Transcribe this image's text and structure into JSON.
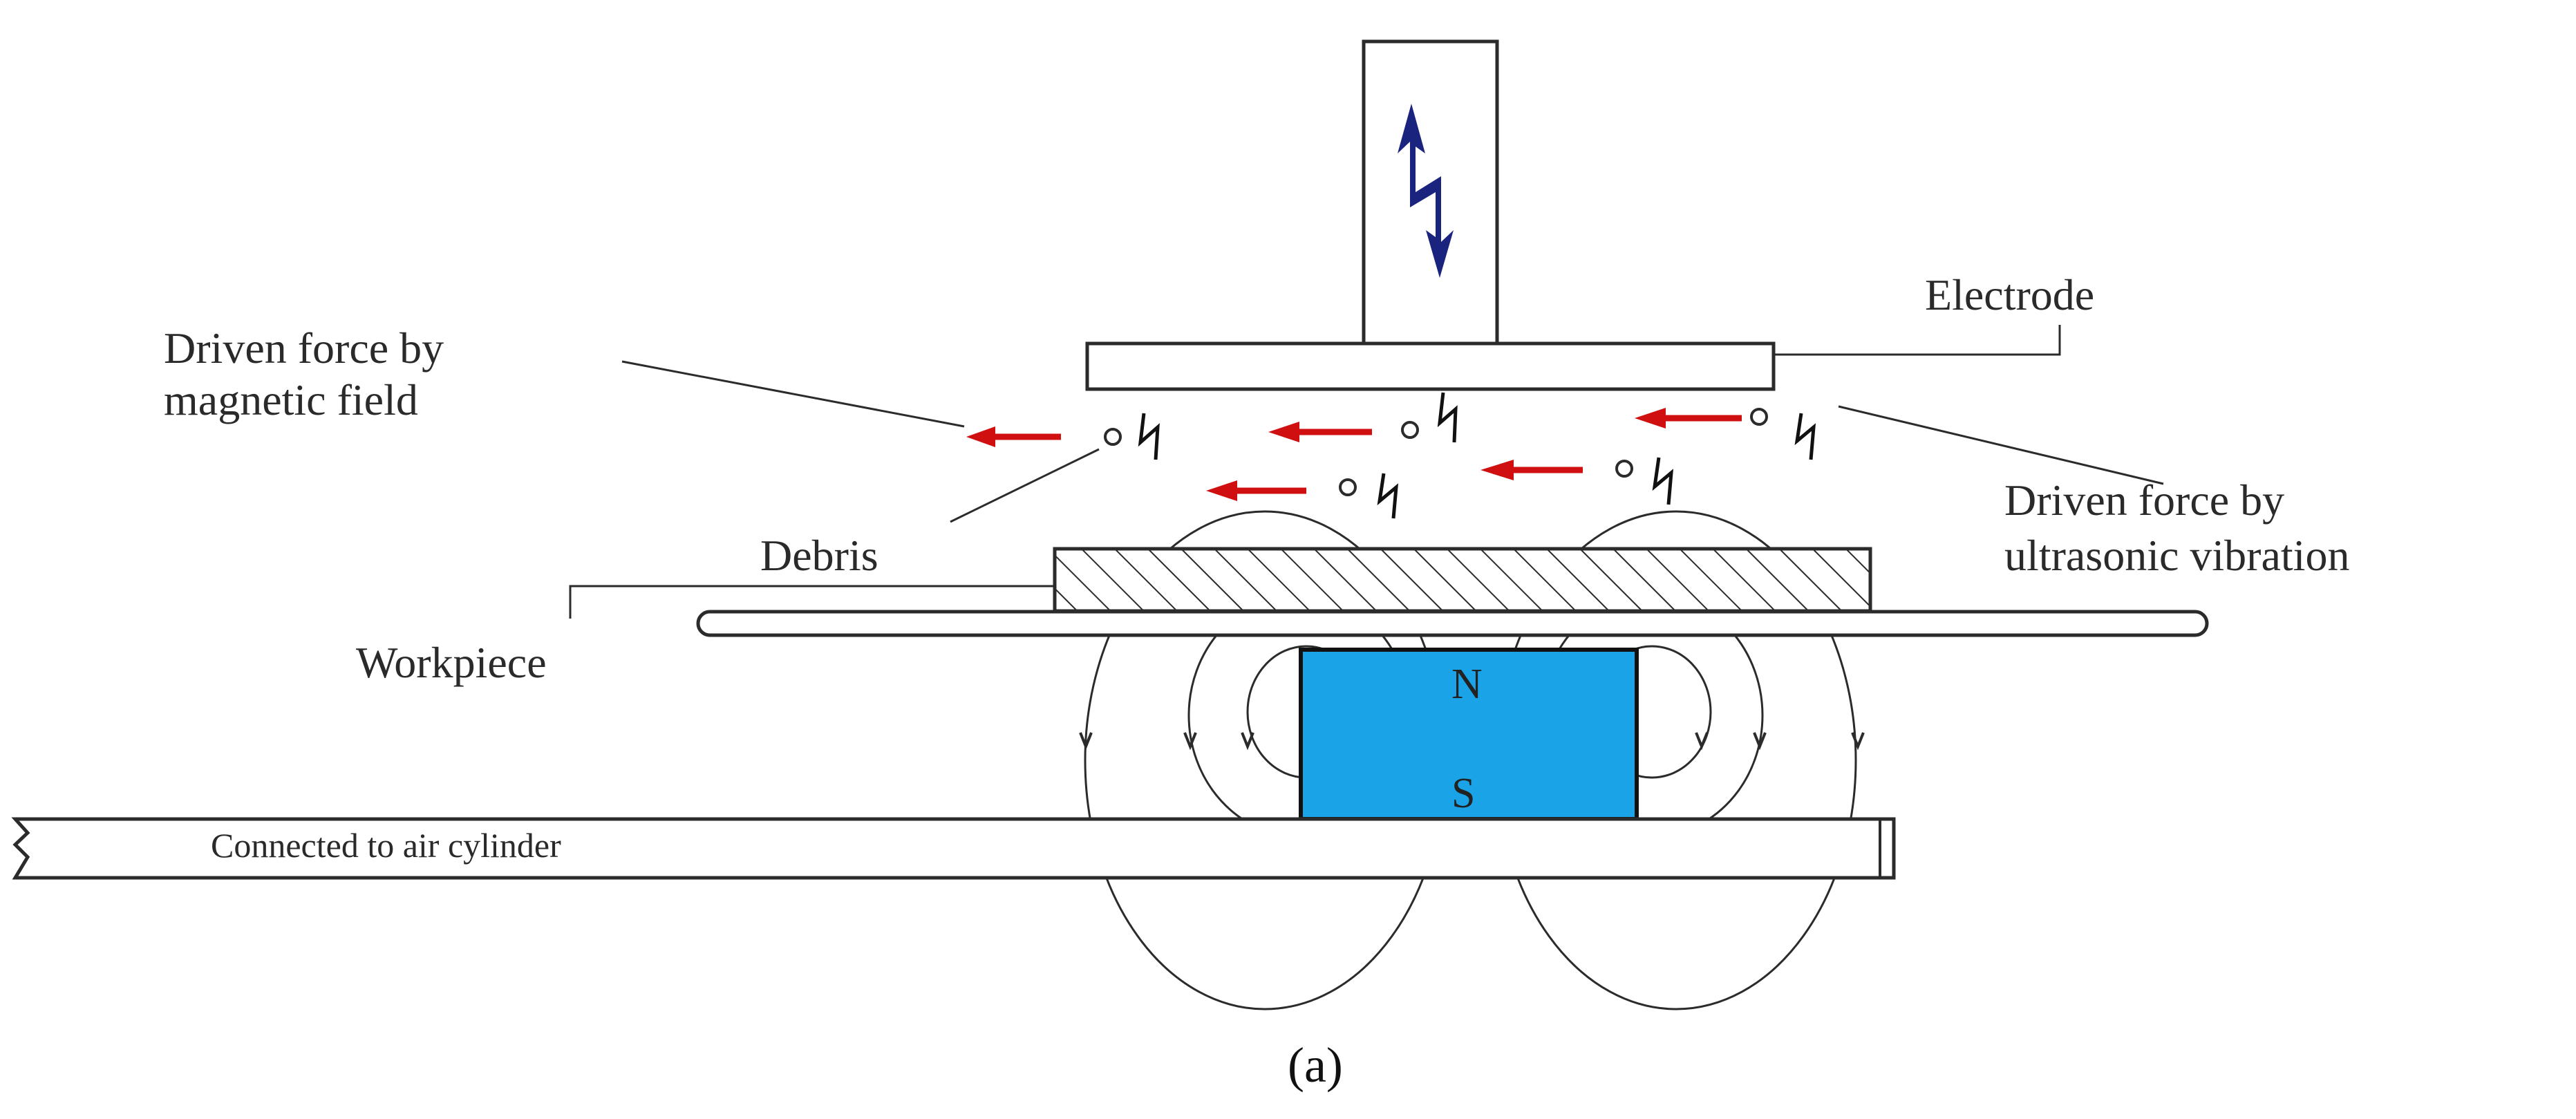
{
  "labels": {
    "electrode": "Electrode",
    "magnetic_force_line1": "Driven force by",
    "magnetic_force_line2": "magnetic field",
    "ultrasonic_force_line1": "Driven force by",
    "ultrasonic_force_line2": "ultrasonic vibration",
    "debris": "Debris",
    "workpiece": "Workpiece",
    "north_pole": "N",
    "south_pole": "S",
    "air_cylinder": "Connected to air cylinder",
    "caption": "(a)"
  },
  "colors": {
    "magnet_fill": "#1aa3e6",
    "force_arrow": "#d01010",
    "discharge_symbol": "#1a237e",
    "line": "#2b2b2b"
  },
  "icons": {
    "discharge": "lightning-bolt-double-arrow-icon",
    "spark": "spark-icon"
  }
}
